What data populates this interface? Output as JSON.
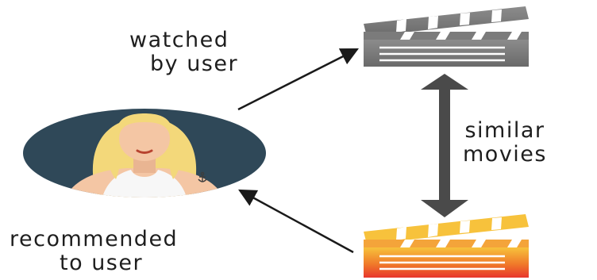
{
  "labels": {
    "watched_line1": "watched",
    "watched_line2": "by user",
    "similar_line1": "similar",
    "similar_line2": "movies",
    "recommended_line1": "recommended",
    "recommended_line2": "to user"
  },
  "colors": {
    "avatar_background": "#2f4858",
    "skin": "#f4c6a4",
    "hair": "#f3d87a",
    "watched_clapboard": "#7b7b7b",
    "recommended_clapboard_top": "#f7c23c",
    "recommended_clapboard_bottom": "#e8362c",
    "similarity_arrow": "#4a4a4a",
    "arrow": "#1a1a1a"
  },
  "icons": {
    "user": "user-avatar-icon",
    "watched_movie": "clapperboard-icon",
    "recommended_movie": "clapperboard-icon"
  }
}
